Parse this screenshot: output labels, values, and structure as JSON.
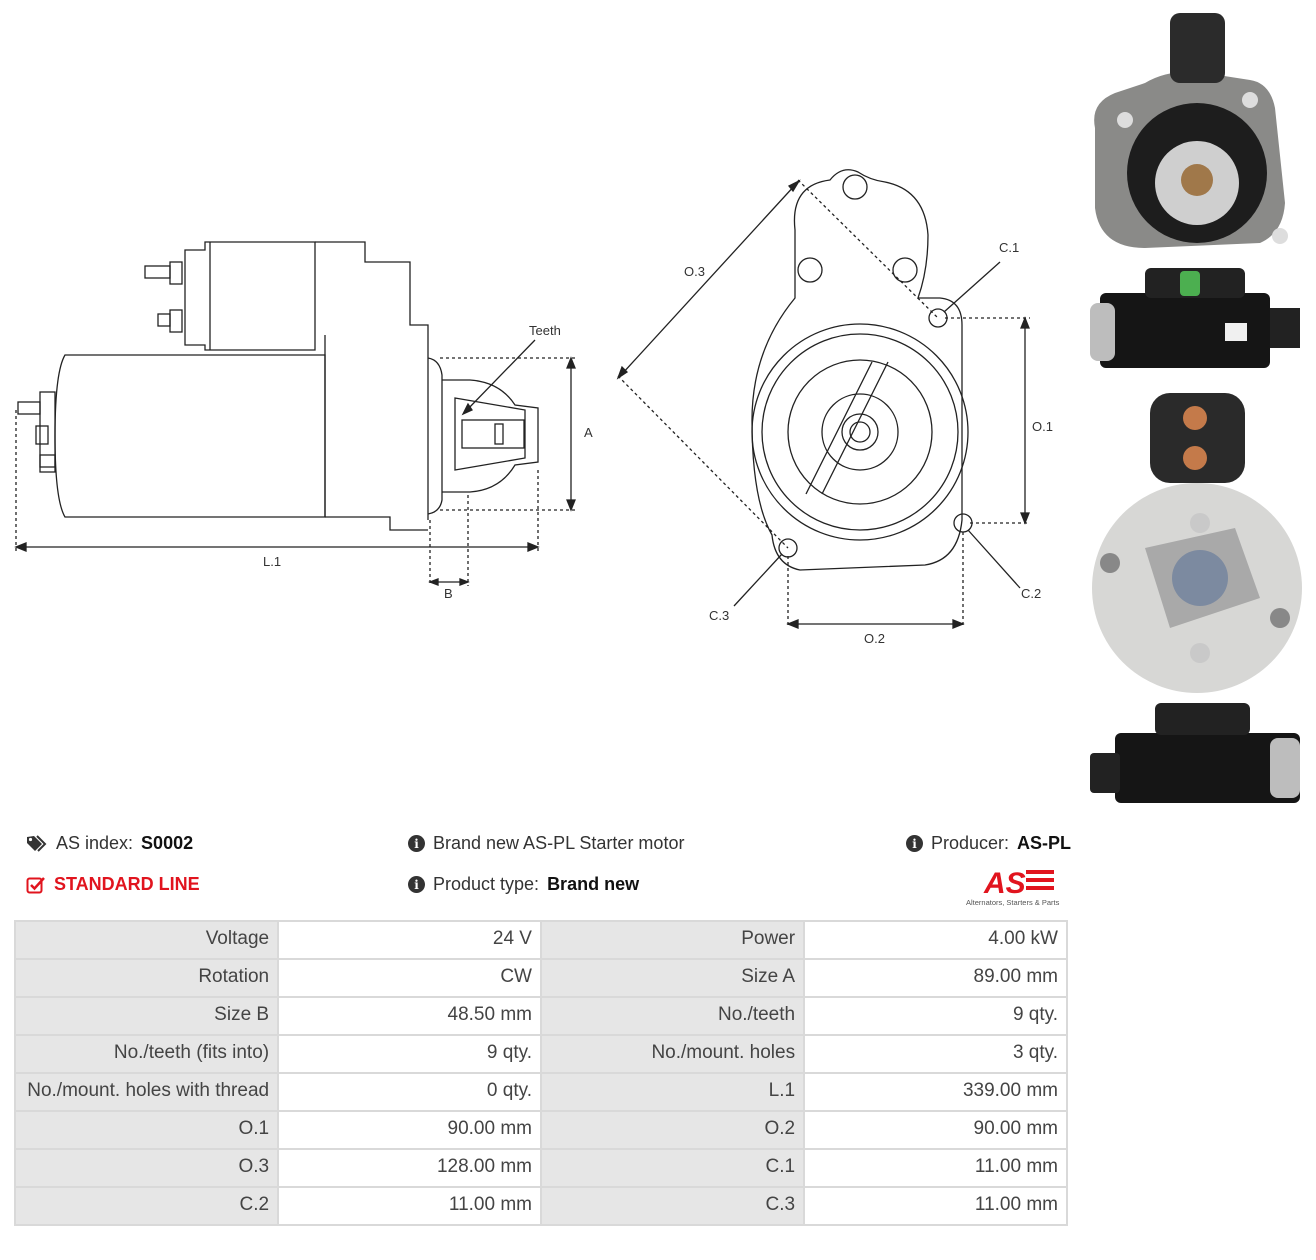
{
  "drawing": {
    "labels": {
      "teeth": "Teeth",
      "a": "A",
      "l1": "L.1",
      "b": "B",
      "o3": "O.3",
      "c1": "C.1",
      "o1": "O.1",
      "c2": "C.2",
      "c3": "C.3",
      "o2": "O.2"
    }
  },
  "photos": [
    "front-view-photo",
    "side-view-photo",
    "rear-view-photo",
    "side-view-photo-2"
  ],
  "info": {
    "as_index_label": "AS index:",
    "as_index_value": "S0002",
    "standard_line": "STANDARD LINE",
    "description": "Brand new AS-PL Starter motor",
    "product_type_label": "Product type:",
    "product_type_value": "Brand new",
    "producer_label": "Producer:",
    "producer_value": "AS-PL",
    "logo_text": "AS",
    "logo_tagline": "Alternators, Starters & Parts"
  },
  "colors": {
    "accent": "#e1141e",
    "table_key_bg": "#e6e6e6",
    "table_border": "#d9d9d9"
  },
  "icons": {
    "tag": "tags-icon",
    "check": "check-square-icon",
    "info": "info-circle-icon"
  },
  "specs": [
    {
      "k1": "Voltage",
      "v1": "24 V",
      "k2": "Power",
      "v2": "4.00 kW"
    },
    {
      "k1": "Rotation",
      "v1": "CW",
      "k2": "Size A",
      "v2": "89.00 mm"
    },
    {
      "k1": "Size B",
      "v1": "48.50 mm",
      "k2": "No./teeth",
      "v2": "9 qty."
    },
    {
      "k1": "No./teeth (fits into)",
      "v1": "9 qty.",
      "k2": "No./mount. holes",
      "v2": "3 qty."
    },
    {
      "k1": "No./mount. holes with thread",
      "v1": "0 qty.",
      "k2": "L.1",
      "v2": "339.00 mm"
    },
    {
      "k1": "O.1",
      "v1": "90.00 mm",
      "k2": "O.2",
      "v2": "90.00 mm"
    },
    {
      "k1": "O.3",
      "v1": "128.00 mm",
      "k2": "C.1",
      "v2": "11.00 mm"
    },
    {
      "k1": "C.2",
      "v1": "11.00 mm",
      "k2": "C.3",
      "v2": "11.00 mm"
    }
  ]
}
